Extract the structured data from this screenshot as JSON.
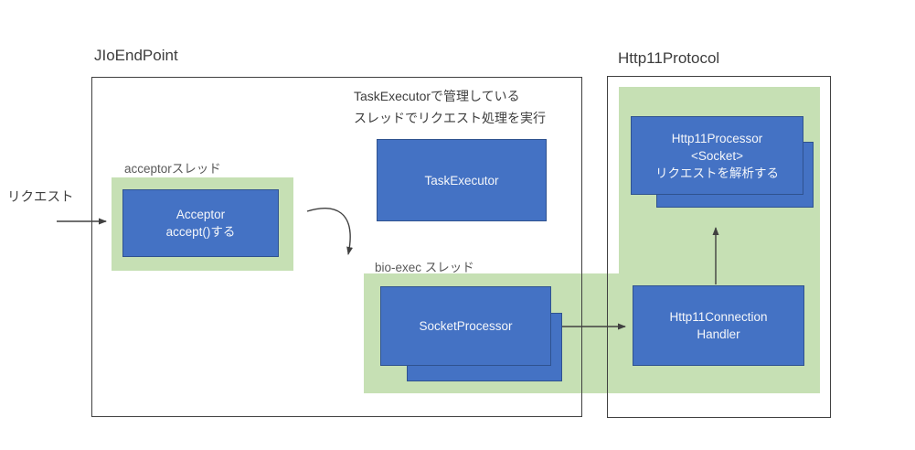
{
  "colors": {
    "shape_fill_blue": "#4472C4",
    "shape_border_blue": "#2F528F",
    "group_fill_green": "#C6E0B4",
    "outline_dark": "#404040",
    "group_label_gray": "#595959"
  },
  "endpoint": {
    "title": "JIoEndPoint",
    "request_label": "リクエスト",
    "acceptor_group_label": "acceptorスレッド",
    "acceptor_box": {
      "lines": [
        "Acceptor",
        "accept()する"
      ]
    },
    "executor_note": {
      "lines": [
        "TaskExecutorで管理している",
        "スレッドでリクエスト処理を実行"
      ]
    },
    "executor_box": {
      "label": "TaskExecutor"
    },
    "bioexec_group_label": "bio-exec スレッド",
    "socket_processor_box": {
      "label": "SocketProcessor"
    }
  },
  "protocol": {
    "title": "Http11Protocol",
    "processor_box": {
      "lines": [
        "Http11Processor",
        "<Socket>",
        "リクエストを解析する"
      ]
    },
    "connection_handler_box": {
      "lines": [
        "Http11Connection",
        "Handler"
      ]
    }
  }
}
